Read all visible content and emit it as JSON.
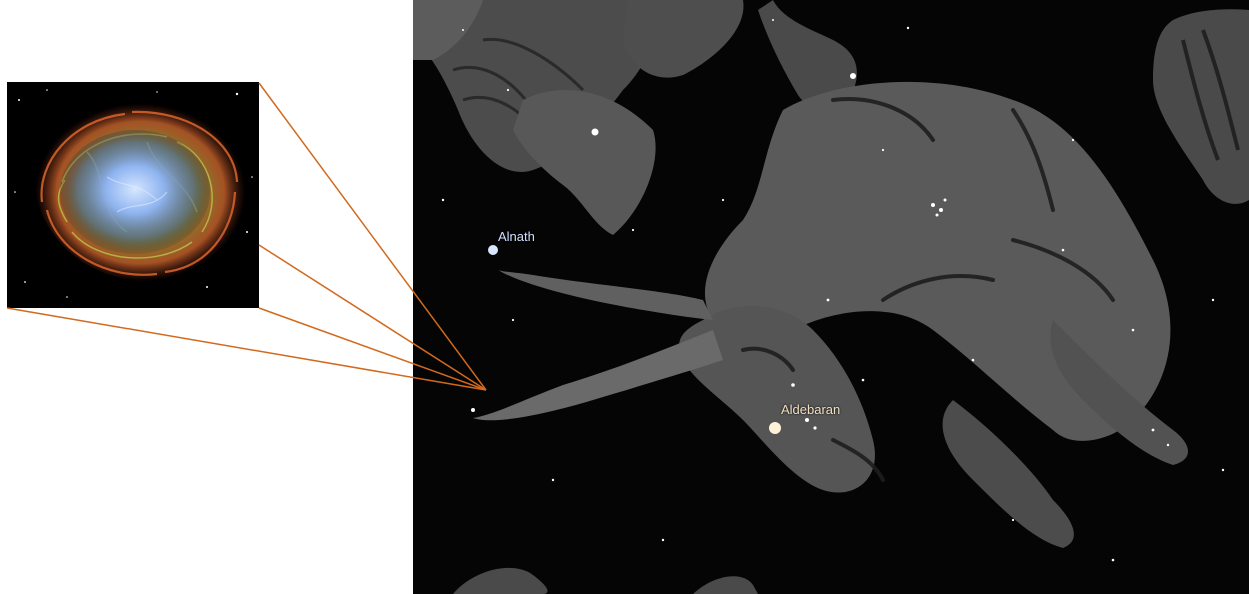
{
  "inset": {
    "subject": "crab-nebula",
    "colors": {
      "background": "#000000",
      "core": "#9fc3ff",
      "filaments_green": "#b6c24a",
      "filaments_orange": "#d9702c",
      "filaments_red": "#b5422a"
    }
  },
  "skymap": {
    "constellation": "taurus-figure",
    "labels": {
      "alnath": "Alnath",
      "aldebaran": "Aldebaran"
    },
    "colors": {
      "sky": "#050505",
      "figure_fill": "#5b5b5b",
      "figure_dark": "#2e2e2e",
      "alnath_label": "#cfe0ff",
      "aldebaran_label": "#f3dfc1"
    }
  },
  "connector": {
    "color": "#d2691e"
  }
}
